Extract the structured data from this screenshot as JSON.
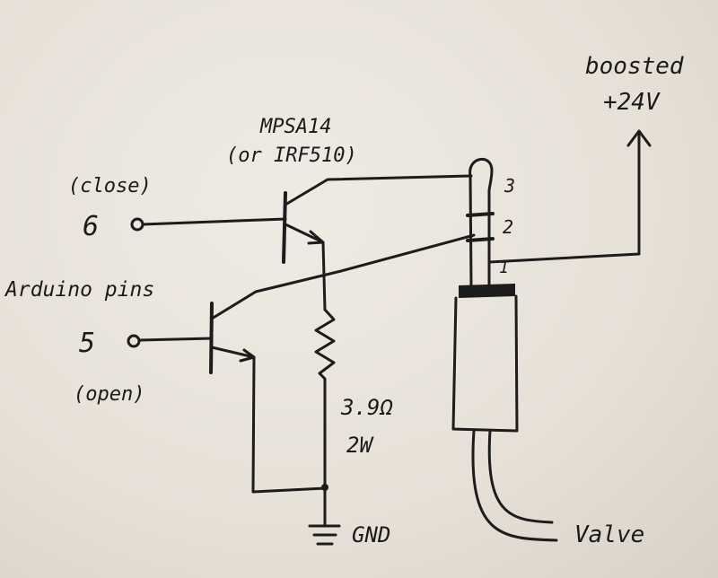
{
  "labels": {
    "transistor_top": "MPSA14",
    "transistor_alt": "(or IRF510)",
    "close": "(close)",
    "pin6": "6",
    "arduino": "Arduino pins",
    "pin5": "5",
    "open": "(open)",
    "resistor_value": "3.9Ω",
    "resistor_power": "2W",
    "gnd": "GND",
    "valve": "Valve",
    "boosted": "boosted",
    "voltage": "+24V",
    "jack_pin3": "3",
    "jack_pin2": "2",
    "jack_pin1": "1"
  }
}
